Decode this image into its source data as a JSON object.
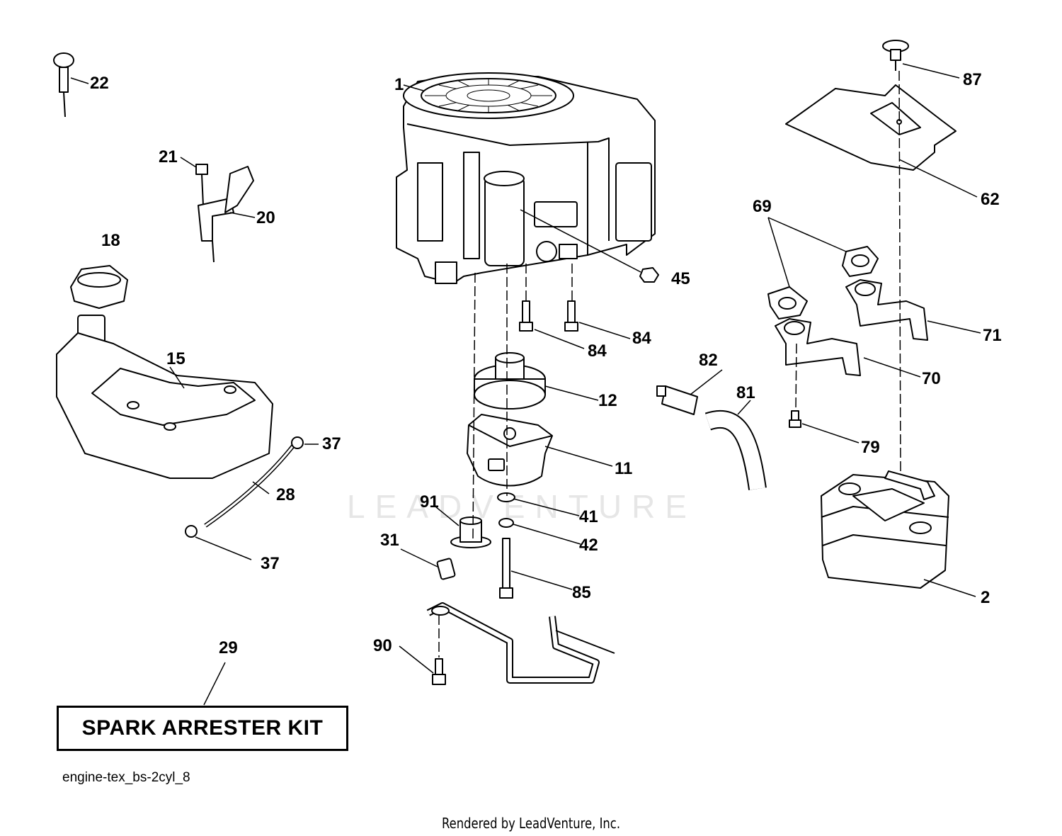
{
  "diagram": {
    "callouts": [
      "1",
      "2",
      "11",
      "12",
      "15",
      "18",
      "20",
      "21",
      "22",
      "28",
      "29",
      "31",
      "37",
      "37",
      "41",
      "42",
      "45",
      "62",
      "69",
      "70",
      "71",
      "79",
      "81",
      "82",
      "84",
      "84",
      "85",
      "87",
      "90",
      "91"
    ],
    "kit_label": "SPARK ARRESTER KIT",
    "file_id": "engine-tex_bs-2cyl_8",
    "footer": "Rendered by LeadVenture, Inc.",
    "watermark": "LEADVENTURE"
  }
}
